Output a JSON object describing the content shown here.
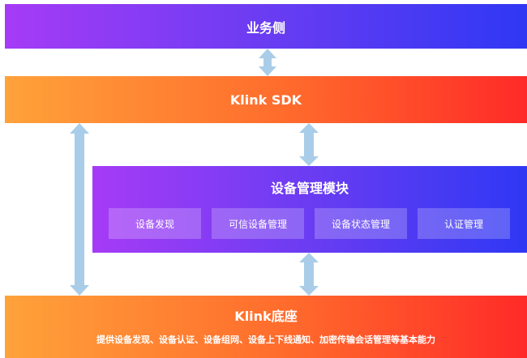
{
  "business_side": {
    "label": "业务侧"
  },
  "sdk": {
    "label": "Klink SDK"
  },
  "device_module": {
    "title": "设备管理模块",
    "items": [
      {
        "label": "设备发现"
      },
      {
        "label": "可信设备管理"
      },
      {
        "label": "设备状态管理"
      },
      {
        "label": "认证管理"
      }
    ]
  },
  "base": {
    "title": "Klink底座",
    "description": "提供设备发现、设备认证、设备组网、设备上下线通知、加密传输会话管理等基本能力"
  },
  "colors": {
    "arrow": "#a9cde8",
    "purple_start": "#a63bf6",
    "purple_end": "#2f38f4",
    "orange_start": "#ffa23a",
    "orange_end": "#ff2a28"
  }
}
